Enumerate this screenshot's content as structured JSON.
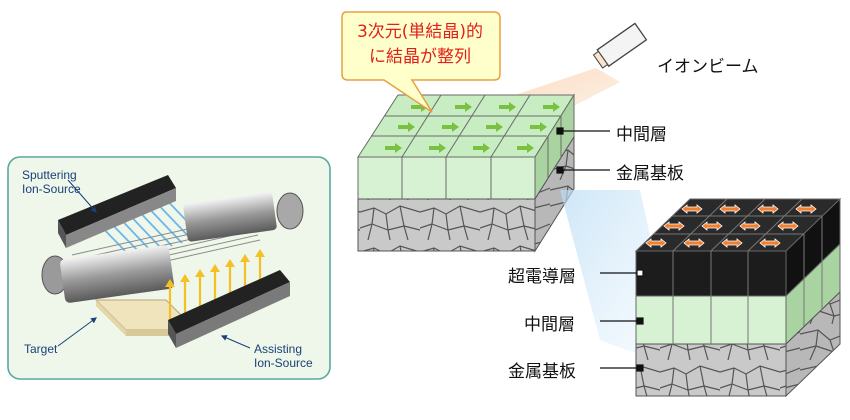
{
  "callout": {
    "line1": "3次元(単結晶)的",
    "line2": "に結晶が整列"
  },
  "ion_beam_label": "イオンビーム",
  "top_block": {
    "middle_label": "中間層",
    "substrate_label": "金属基板"
  },
  "bottom_block": {
    "superconductor_label": "超電導層",
    "middle_label": "中間層",
    "substrate_label": "金属基板"
  },
  "apparatus": {
    "sputtering_source": [
      "Sputtering",
      "Ion-Source"
    ],
    "target": "Target",
    "assisting_source": [
      "Assisting",
      "Ion-Source"
    ]
  },
  "colors": {
    "middle_layer": "#d7f2d2",
    "superconductor": "#1c1c1c",
    "substrate": "#c9c9c9",
    "callout_fill": "#ffffcc",
    "callout_text": "#e0201a",
    "panel_fill": "#eef7e9",
    "panel_border": "#5aa8a0",
    "green_arrow": "#7ac142",
    "orange_arrow": "#f08030",
    "blue_beam": "#6fb6e8",
    "yellow_beam": "#f4c023"
  }
}
